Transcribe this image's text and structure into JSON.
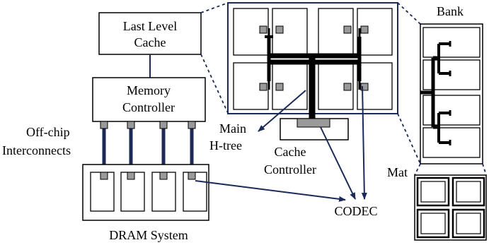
{
  "labels": {
    "llc_line1": "Last Level",
    "llc_line2": "Cache",
    "mc_line1": "Memory",
    "mc_line2": "Controller",
    "offchip_line1": "Off-chip",
    "offchip_line2": "Interconnects",
    "dram": "DRAM System",
    "htree_line1": "Main",
    "htree_line2": "H-tree",
    "cc_line1": "Cache",
    "cc_line2": "Controller",
    "codec": "CODEC",
    "bank": "Bank",
    "mat": "Mat"
  },
  "colors": {
    "navy": "#1b2a57",
    "pad": "#9a9a9a",
    "wire": "#000000"
  }
}
